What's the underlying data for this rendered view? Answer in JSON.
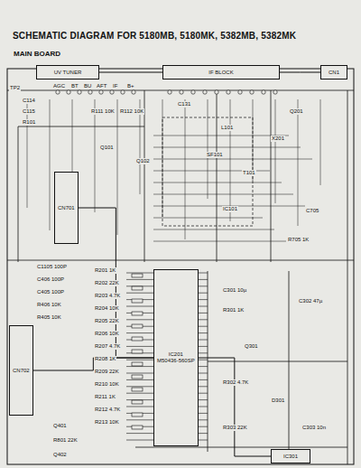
{
  "diagram": {
    "title": "SCHEMATIC DIAGRAM FOR 5180MB, 5180MK, 5382MB, 5382MK",
    "nodes": [
      {
        "text": [
          "UV TUNER"
        ]
      },
      {
        "text": [
          "IF BLOCK"
        ]
      },
      {
        "text": [
          "CN1"
        ]
      },
      {
        "text": [
          "CN701"
        ]
      },
      {
        "text": [
          "IC201",
          "M50436-560SP"
        ]
      },
      {
        "text": [
          "IC301"
        ]
      },
      {
        "text": [
          "CN702"
        ]
      }
    ],
    "edges": [
      {
        "from": 0,
        "to": 1,
        "arrow": "none"
      },
      {
        "from": 1,
        "to": 2,
        "arrow": "none"
      },
      {
        "from": 3,
        "to": 4,
        "arrow": "none"
      },
      {
        "from": 6,
        "to": 4,
        "arrow": "none"
      },
      {
        "from": 4,
        "to": 5,
        "arrow": "none"
      }
    ],
    "labels": [
      "MAIN BOARD",
      "TP2",
      "C114",
      "C115",
      "R101",
      "AGC",
      "BT",
      "BU",
      "AFT",
      "IF",
      "B+",
      "Q101",
      "Q102",
      "R111 10K",
      "R112 10K",
      "C131",
      "SF101",
      "T101",
      "IC101",
      "L101",
      "X201",
      "Q201",
      "C705",
      "R705 1K",
      "C1105 100P",
      "C406 100P",
      "C405 100P",
      "R406 10K",
      "R405 10K",
      "R201 1K",
      "R202 22K",
      "R203 4.7K",
      "R204 10K",
      "R205 22K",
      "R206 10K",
      "R207 4.7K",
      "R208 1K",
      "R209 22K",
      "R210 10K",
      "R211 1K",
      "R212 4.7K",
      "R213 10K",
      "Q401",
      "Q402",
      "R801 22K",
      "C301 10µ",
      "R301 1K",
      "Q301",
      "C302 47µ",
      "R302 4.7K",
      "D301",
      "C303 10n",
      "R303 22K"
    ]
  }
}
